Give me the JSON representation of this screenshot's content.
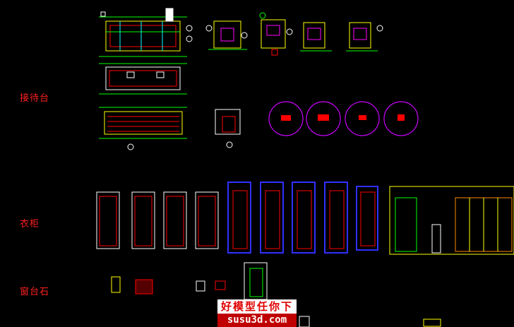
{
  "sections": [
    {
      "id": "reception",
      "label": "接待台"
    },
    {
      "id": "wardrobe",
      "label": "衣柜"
    },
    {
      "id": "windowsill",
      "label": "窗台石"
    }
  ],
  "watermark": {
    "line1": "好模型任你下",
    "line2": "susu3d.com"
  },
  "colors": {
    "background": "#000000",
    "section_label": "#ff2020",
    "cad_red": "#ff0000",
    "cad_yellow": "#ffff00",
    "cad_green": "#00ff00",
    "cad_cyan": "#00ffff",
    "cad_magenta": "#cc00ff",
    "cad_blue": "#3030ff",
    "cad_white": "#ffffff"
  }
}
